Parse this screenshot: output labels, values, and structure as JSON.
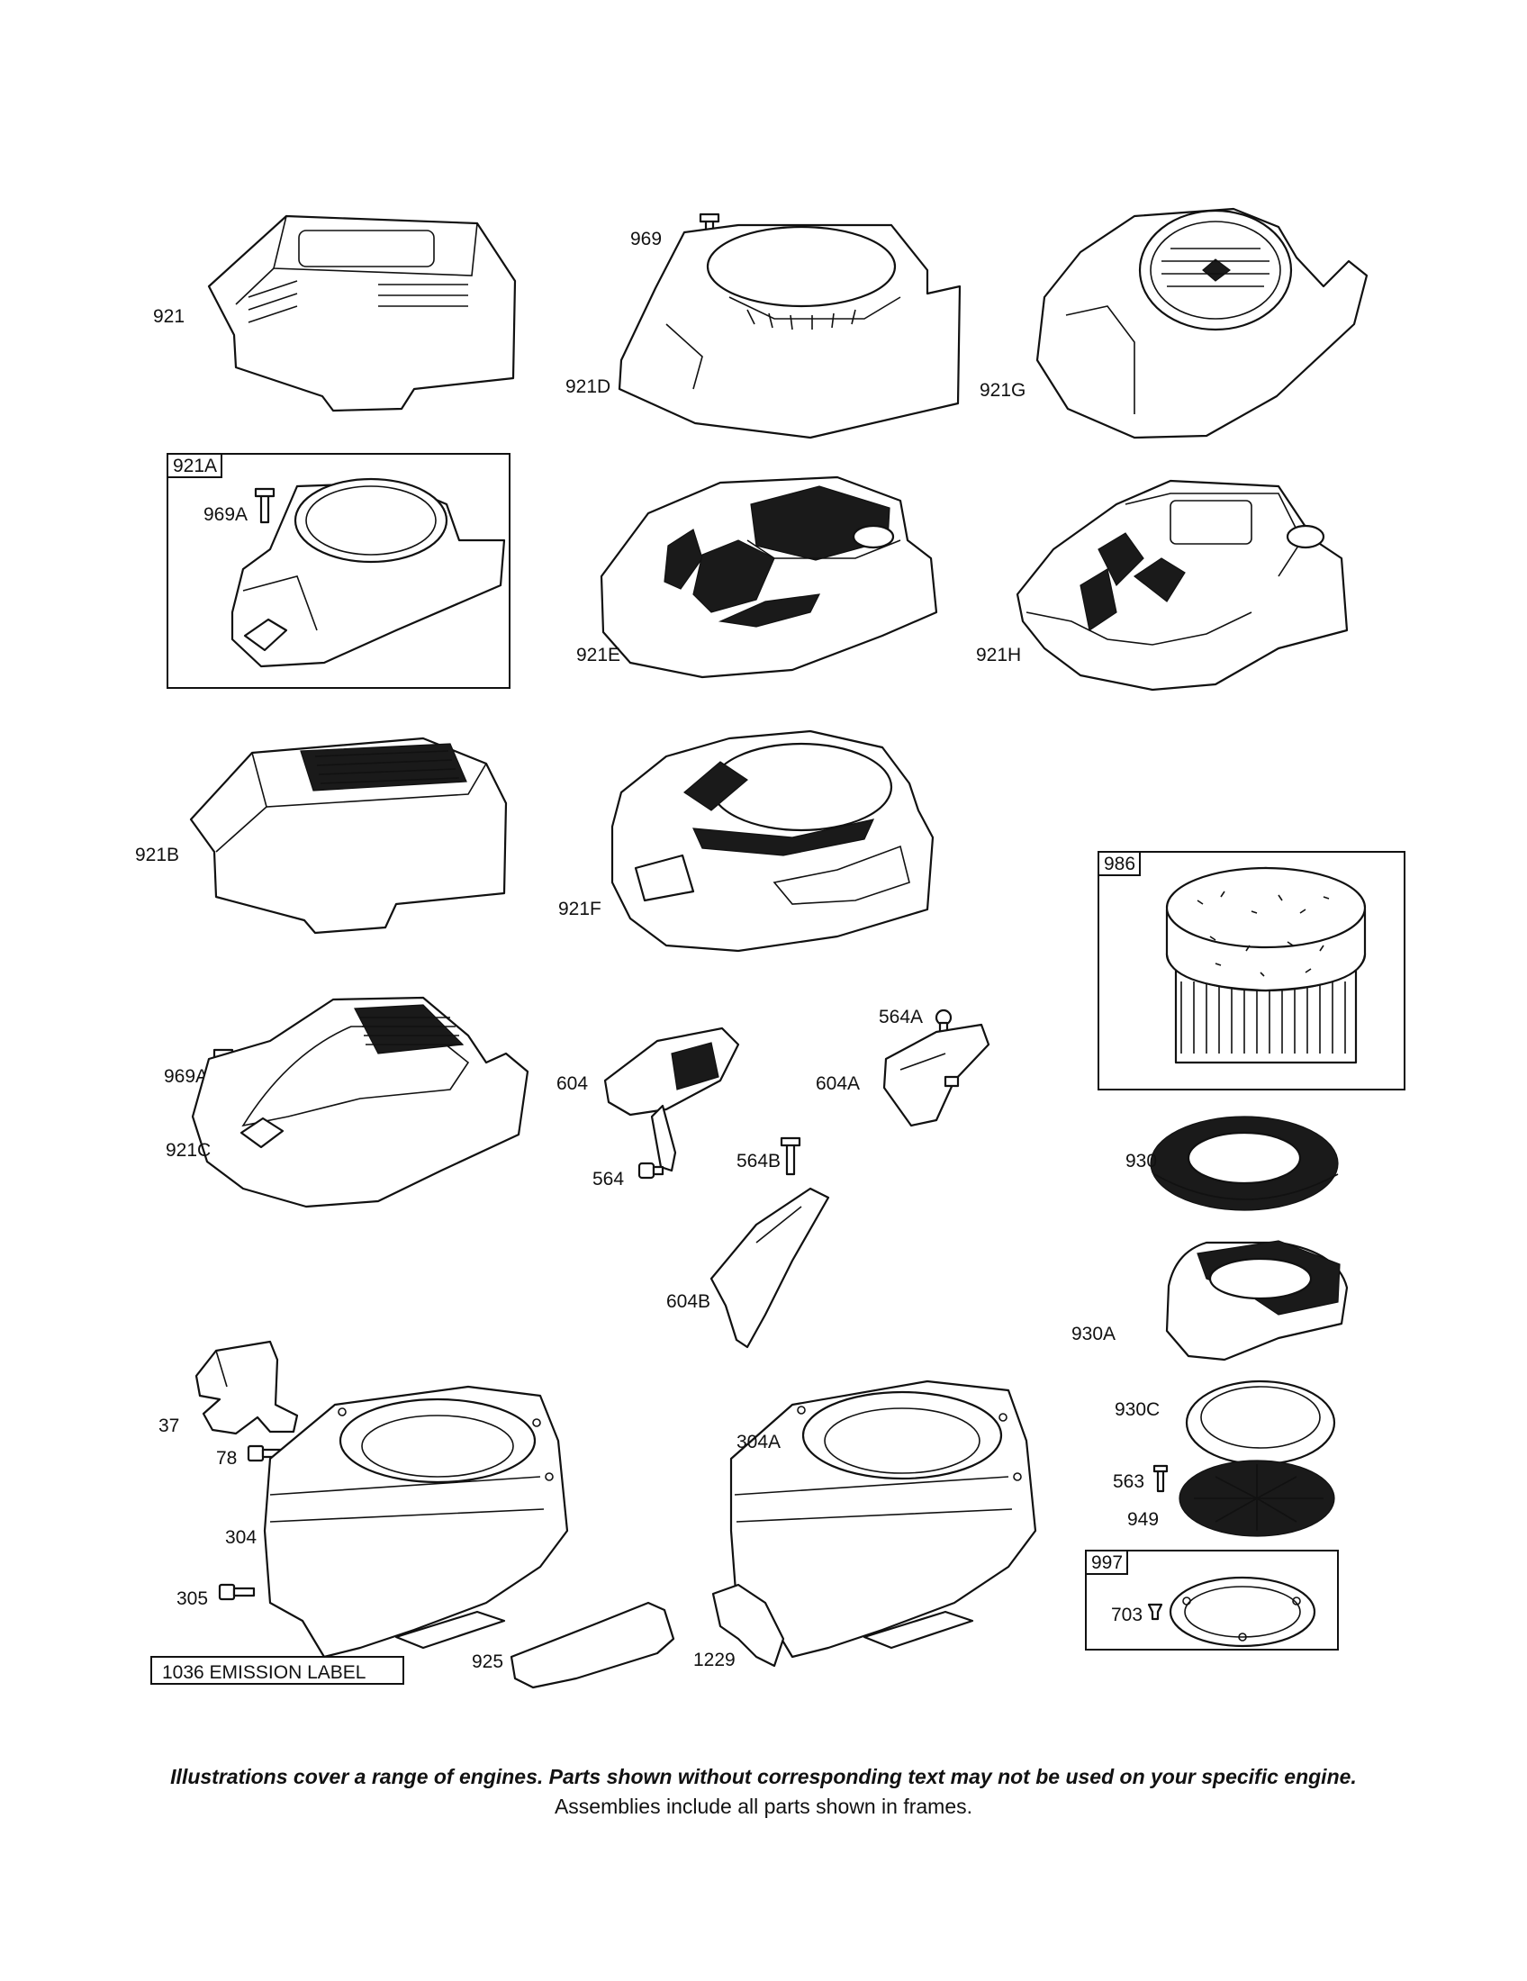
{
  "labels": {
    "p921": "921",
    "p969": "969",
    "p921D": "921D",
    "p921G": "921G",
    "p921A": "921A",
    "p969A_top": "969A",
    "p921E": "921E",
    "p921H": "921H",
    "p921B": "921B",
    "p921F": "921F",
    "p986": "986",
    "p969A_mid": "969A",
    "p921C": "921C",
    "p604": "604",
    "p564": "564",
    "p564A": "564A",
    "p604A": "604A",
    "p564B": "564B",
    "p604B": "604B",
    "p930": "930",
    "p930A": "930A",
    "p930C": "930C",
    "p563": "563",
    "p949": "949",
    "p997": "997",
    "p703": "703",
    "p37": "37",
    "p78": "78",
    "p304": "304",
    "p305": "305",
    "p925": "925",
    "p304A": "304A",
    "p1229": "1229",
    "emission": "1036 EMISSION LABEL"
  },
  "footer": {
    "disclaimer": "Illustrations cover a range of engines. Parts shown without corresponding text may not be used on your specific engine.",
    "assemblies": "Assemblies include all parts shown in frames."
  }
}
